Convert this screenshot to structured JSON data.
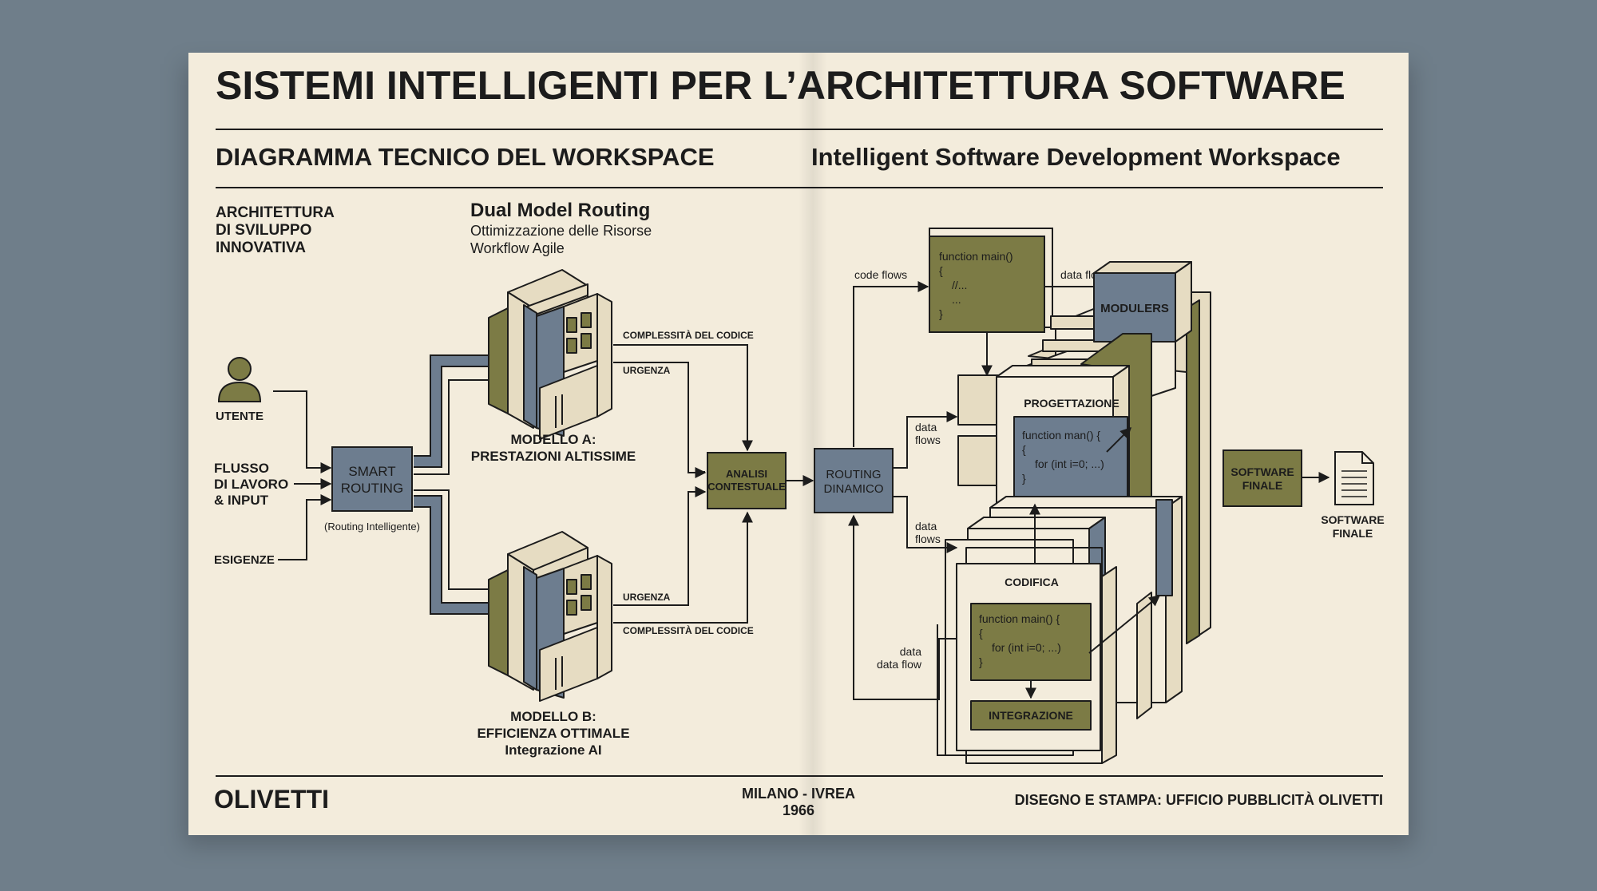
{
  "header": {
    "title": "SISTEMI INTELLIGENTI PER L’ARCHITETTURA SOFTWARE",
    "subtitle_left": "DIAGRAMMA TECNICO DEL WORKSPACE",
    "subtitle_right": "Intelligent Software Development Workspace"
  },
  "left": {
    "intro": [
      "ARCHITETTURA",
      "DI SVILUPPO",
      "INNOVATIVA"
    ],
    "routing_title": "Dual Model Routing",
    "routing_sub": [
      "Ottimizzazione delle Risorse",
      "Workflow Agile"
    ],
    "inputs": {
      "user": "UTENTE",
      "flow": [
        "FLUSSO",
        "DI LAVORO",
        "& INPUT"
      ],
      "needs": "ESIGENZE"
    },
    "smart_routing": [
      "SMART",
      "ROUTING"
    ],
    "smart_routing_caption": "(Routing Intelligente)",
    "model_a": {
      "label": [
        "MODELLO A:",
        "PRESTAZIONI ALTISSIME"
      ],
      "out1": "COMPLESSITÀ DEL CODICE",
      "out2": "URGENZA"
    },
    "model_b": {
      "label": [
        "MODELLO B:",
        "EFFICIENZA OTTIMALE",
        "Integrazione AI"
      ],
      "out1": "URGENZA",
      "out2": "COMPLESSITÀ DEL CODICE"
    },
    "analysis": [
      "ANALISI",
      "CONTESTUALE"
    ]
  },
  "right": {
    "dynamic_routing": [
      "ROUTING",
      "DINAMICO"
    ],
    "code_flows": "code flows",
    "data_flows": "data flows",
    "data_flows_stack": [
      "data",
      "flows"
    ],
    "data_flow_stack": [
      "data",
      "data flow"
    ],
    "code_block_top": [
      "function main()",
      "{",
      "//...",
      "...",
      "}"
    ],
    "modulers": "MODULERS",
    "progettazione": "PROGETTAZIONE",
    "code_block_mid": [
      "function man() {",
      "{",
      "for (int i=0; ...)",
      "}"
    ],
    "codifica": "CODIFICA",
    "code_block_low": [
      "function main() {",
      "{",
      "for (int i=0; ...)",
      "}"
    ],
    "integrazione": "INTEGRAZIONE",
    "software_box": [
      "SOFTWARE",
      "FINALE"
    ],
    "software_label": [
      "SOFTWARE",
      "FINALE"
    ]
  },
  "footer": {
    "brand": "OLIVETTI",
    "place": [
      "MILANO - IVREA",
      "1966"
    ],
    "credit": "DISEGNO E STAMPA: UFFICIO PUBBLICITÀ OLIVETTI"
  },
  "colors": {
    "paper": "#f3ecdc",
    "background": "#6f7e8a",
    "olive": "#7c7b45",
    "slate": "#6d7d8f",
    "beige": "#e6dcc2",
    "ink": "#1c1c1c"
  }
}
